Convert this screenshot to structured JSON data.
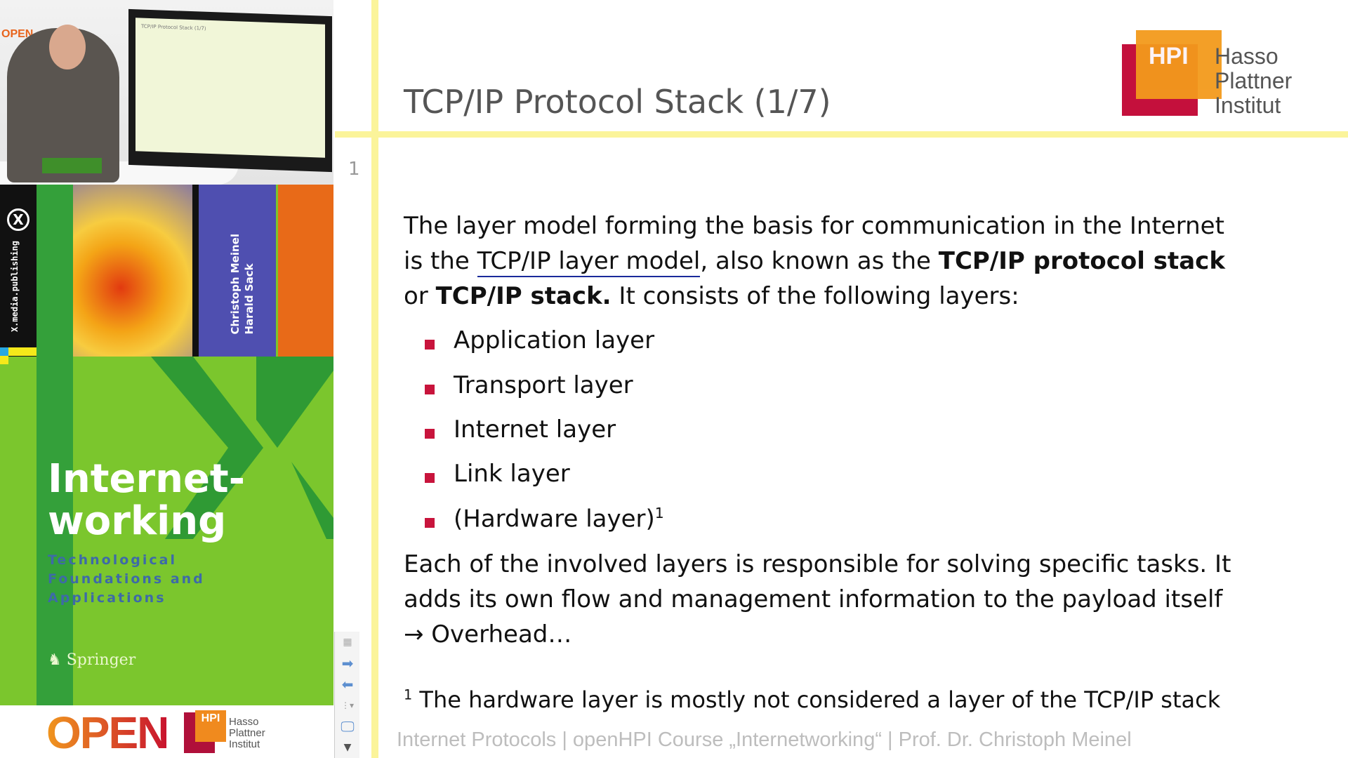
{
  "video": {
    "logo_text": "OPEN",
    "screen_title": "TCP/IP Protocol Stack (1/7)"
  },
  "book": {
    "publisher_series": "X.media.publishing",
    "authors": [
      "Christoph Meinel",
      "Harald Sack"
    ],
    "title_line1": "Internet-",
    "title_line2": "working",
    "subtitle": [
      "Technological",
      "Foundations and",
      "Applications"
    ],
    "publisher": "Springer"
  },
  "branding": {
    "open": "OPEN",
    "hpi": "HPI",
    "hasso": [
      "Hasso",
      "Plattner",
      "Institut"
    ]
  },
  "toolbar": {
    "icons": [
      "grid-icon",
      "next-arrow-icon",
      "previous-arrow-icon",
      "pen-icon",
      "screen-icon",
      "scroll-down-icon"
    ]
  },
  "slide": {
    "number": "1",
    "title": "TCP/IP Protocol Stack  (1/7)",
    "intro": {
      "l1": "The layer model forming the basis for communication in the Internet",
      "l2a": "is the ",
      "l2u": "TCP/IP layer model",
      "l2b": ", also known as the ",
      "l2bold": "TCP/IP protocol stack",
      "l3a": "or ",
      "l3bold": "TCP/IP stack.",
      "l3b": " It consists of the following layers:"
    },
    "bullets": [
      "Application layer",
      "Transport layer",
      "Internet layer",
      "Link layer",
      "(Hardware layer)"
    ],
    "bullet_footnote_mark": "1",
    "para": [
      "Each of the involved layers is responsible for solving specific tasks. It",
      "adds its own flow and management information to the payload itself",
      "→ Overhead…"
    ],
    "footnote_mark": "1",
    "footnote": " The hardware layer is mostly not considered a layer of the TCP/IP stack",
    "footer": "Internet Protocols | openHPI Course „Internetworking“ | Prof. Dr. Christoph Meinel"
  },
  "colors": {
    "accent_yellow": "#fbf49a",
    "bullet": "#c8143c",
    "hpi_orange": "#f39a1c",
    "hpi_red": "#c4103c"
  }
}
